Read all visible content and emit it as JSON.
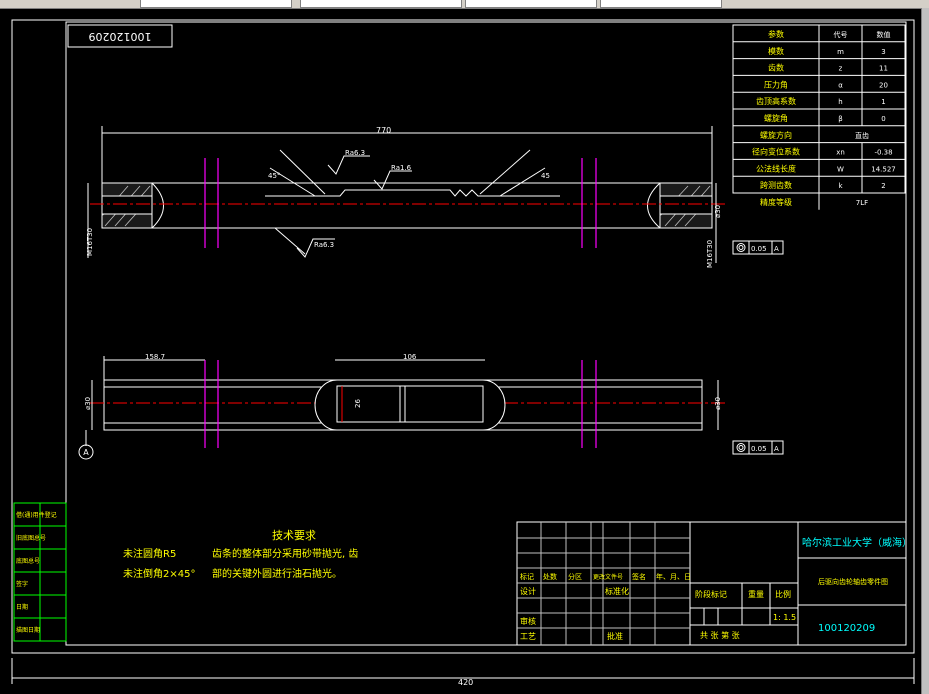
{
  "drawing_number": "100120209",
  "drawing_number_mirrored": "100120209",
  "overall_length": "420",
  "shaft_length": "770",
  "dim_158": "158.7",
  "dim_106": "106",
  "dim_26": "26",
  "dia_30": "⌀30",
  "thread": "M16T30",
  "angle": "45°",
  "angle_right": "45",
  "roughness_1": "Ra6.3",
  "roughness_2": "Ra1.6",
  "roughness_3": "Ra6.3",
  "tolerance_value": "0.05",
  "datum": "A",
  "notes": {
    "title": "技术要求",
    "line1": "齿条的整体部分采用砂带抛光, 齿",
    "line2": "部的关键外圆进行油石抛光。",
    "fillet": "未注圆角R5",
    "chamfer": "未注倒角2×45°"
  },
  "param_table": {
    "header": [
      "参数",
      "代号",
      "数值"
    ],
    "rows": [
      [
        "模数",
        "m",
        "3"
      ],
      [
        "齿数",
        "z",
        "11"
      ],
      [
        "压力角",
        "α",
        "20"
      ],
      [
        "齿顶高系数",
        "h",
        "1"
      ],
      [
        "螺旋角",
        "β",
        "0"
      ],
      [
        "螺旋方向",
        "直齿",
        ""
      ],
      [
        "径向变位系数",
        "xn",
        "-0.38"
      ],
      [
        "公法线长度",
        "W",
        "14.527"
      ],
      [
        "跨测齿数",
        "k",
        "2"
      ],
      [
        "精度等级",
        "7LF",
        ""
      ]
    ]
  },
  "side_table": [
    "借(通)用件登记",
    "旧底图总号",
    "底图总号",
    "签字",
    "日期",
    "描图日期"
  ],
  "title_block": {
    "university": "哈尔滨工业大学（威海）",
    "part_name": "后驱向齿轮轴齿零件图",
    "code": "100120209",
    "scale_label": "比例",
    "scale": "1: 1.5",
    "stage_label": "阶段标记",
    "weight_label": "重量",
    "sheet": "共    张   第    张",
    "row1": [
      "标记",
      "处数",
      "分区",
      "更改文件号",
      "签名",
      "年、月、日"
    ],
    "design": "设计",
    "standard": "标准化",
    "check": "审核",
    "process": "工艺",
    "approve": "批准"
  }
}
